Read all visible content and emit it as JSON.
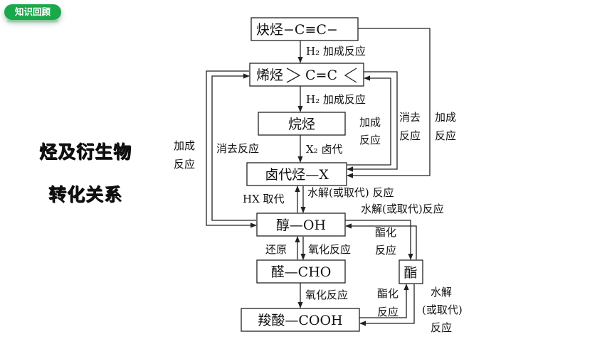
{
  "badge": "知识回顾",
  "side_title": [
    "烃及衍生物",
    "转化关系"
  ],
  "nodes": {
    "alkyne": "炔烃",
    "alkyne_formula": "−C≡C−",
    "alkene": "烯烃",
    "alkene_formula": "C=C",
    "alkane": "烷烃",
    "haloalkane": "卤代烃—X",
    "alcohol": "醇—OH",
    "aldehyde": "醛—CHO",
    "acid": "羧酸—COOH",
    "ester": "酯"
  },
  "labels": {
    "h2_add_1": "H₂ 加成反应",
    "h2_add_2": "H₂ 加成反应",
    "x2_sub": "X₂ 卤代",
    "hx_sub": "HX 取代",
    "hydrolysis_1": "水解(或取代) 反应",
    "hydrolysis_2": "水解(或取代)反应",
    "elim_left": "消去反应",
    "add_left": [
      "加成",
      "反应"
    ],
    "add_mid": [
      "加成",
      "反应"
    ],
    "elim_right": [
      "消去",
      "反应"
    ],
    "add_right": [
      "加成",
      "反应"
    ],
    "reduction": "还原",
    "oxidation_1": "氧化反应",
    "oxidation_2": "氧化反应",
    "esterify_1": [
      "酯化",
      "反应"
    ],
    "esterify_2": [
      "酯化",
      "反应"
    ],
    "hydrolysis_3": [
      "水解",
      "(或取代)",
      "反应"
    ]
  }
}
